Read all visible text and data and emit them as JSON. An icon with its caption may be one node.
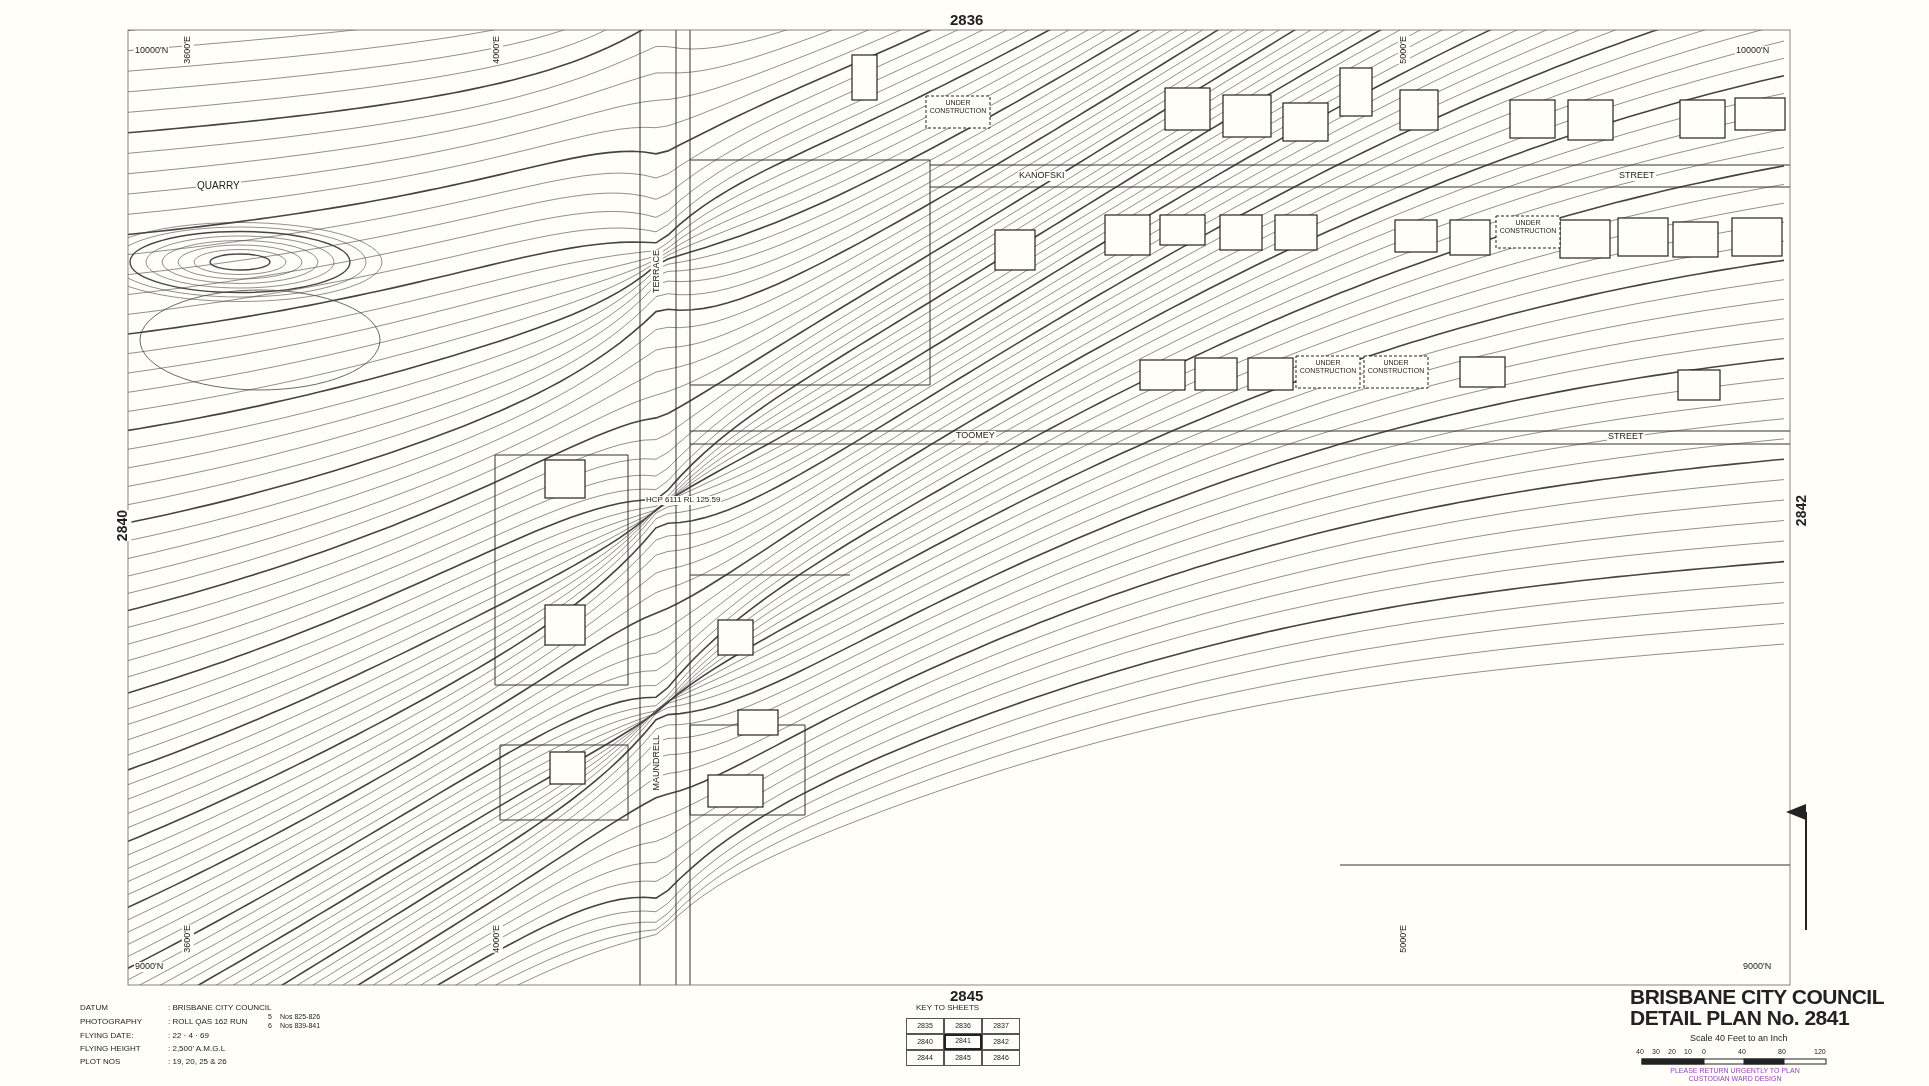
{
  "diagram": {
    "title": "BRISBANE CITY COUNCIL",
    "labels": [
      "2836",
      "10000'N",
      "3600'E",
      "4000'E",
      "5000'E",
      "10000'N",
      "QUARRY",
      "UNDER CONSTRUCTION",
      "KANOFSKI",
      "STREET",
      "TERRACE",
      "UNDER CONSTRUCTION",
      "UNDER CONSTRUCTION",
      "UNDER CONSTRUCTION",
      "TOOMEY",
      "STREET",
      "HCP 6111 RL 125.59",
      "2840",
      "2842",
      "MAUNDRELL",
      "9000'N",
      "3600'E",
      "4000'E",
      "5000'E",
      "9000'N",
      "2845",
      "DATUM",
      ": BRISBANE CITY COUNCIL",
      "PHOTOGRAPHY",
      ": ROLL QAS 162 RUN",
      "5",
      "6",
      "Nos 825-826",
      "Nos 839-841",
      "FLYING DATE:",
      ": 22 · 4 · 69",
      "FLYING HEIGHT",
      ": 2,500' A.M.G.L",
      "PLOT NOS",
      ": 19, 20, 25 & 26",
      "KEY TO SHEETS",
      "2835",
      "2836",
      "2837",
      "2840",
      "2841",
      "2842",
      "2844",
      "2845",
      "2846",
      "DETAIL PLAN No. 2841",
      "Scale 40 Feet to an Inch",
      "40",
      "30",
      "20",
      "10",
      "0",
      "40",
      "80",
      "120",
      "PLEASE RETURN URGENTLY TO PLAN CUSTODIAN WARD DESIGN"
    ]
  }
}
